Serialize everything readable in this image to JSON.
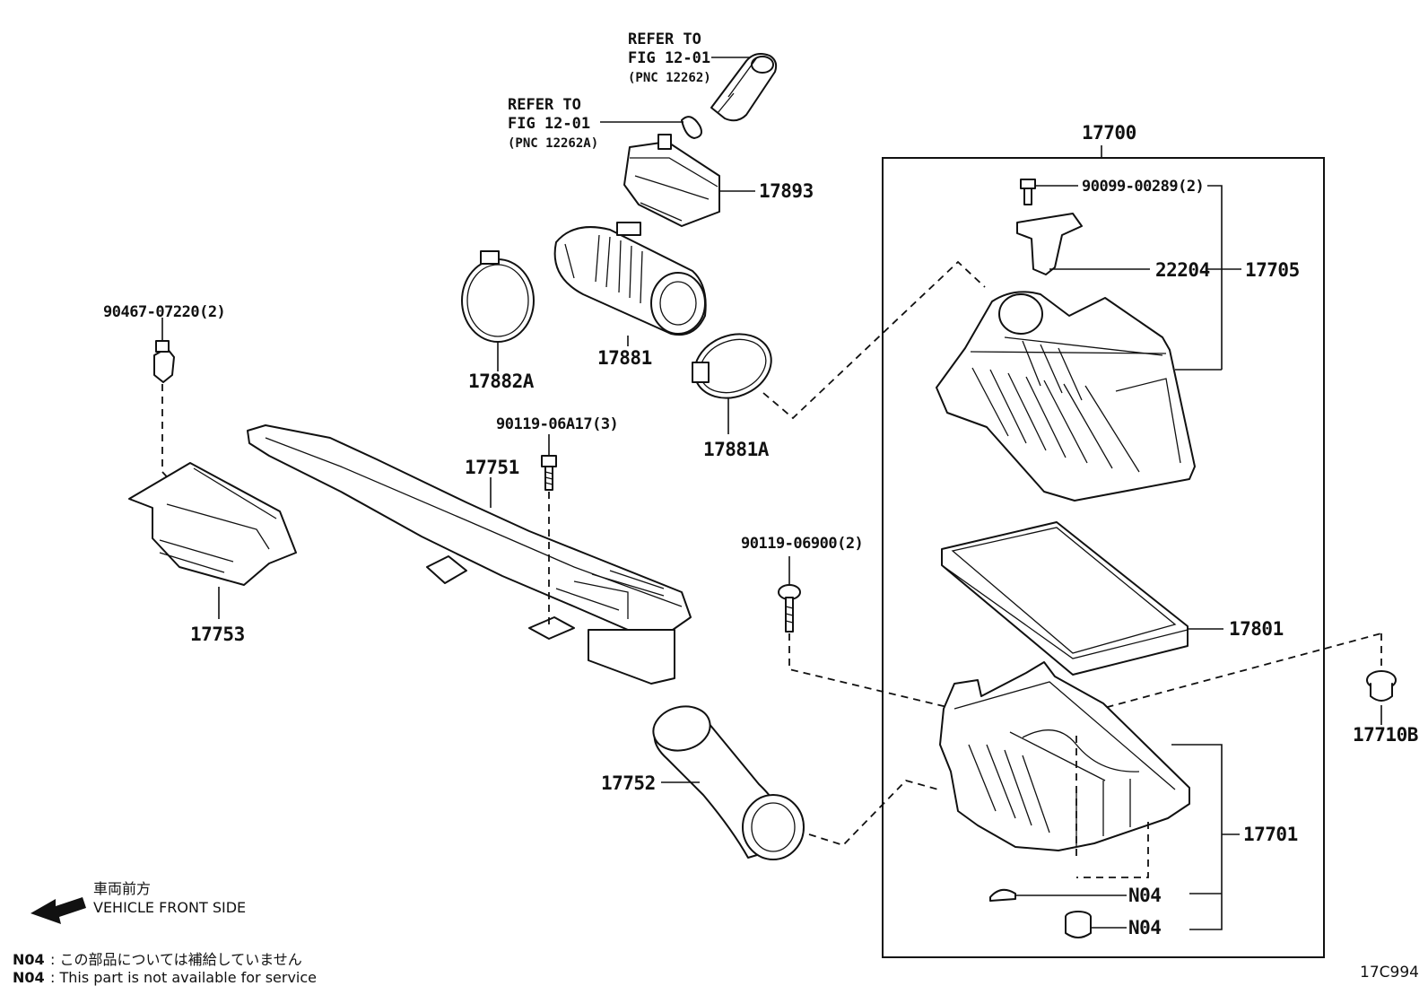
{
  "references": [
    {
      "lines": [
        "REFER TO",
        "FIG 12-01",
        "(PNC 12262)"
      ]
    },
    {
      "lines": [
        "REFER TO",
        "FIG 12-01",
        "(PNC 12262A)"
      ]
    }
  ],
  "part_numbers": {
    "p17893": "17893",
    "p17881": "17881",
    "p17882A": "17882A",
    "p17881A": "17881A",
    "p90467": "90467-07220(2)",
    "p90119a": "90119-06A17(3)",
    "p17751": "17751",
    "p17753": "17753",
    "p17752": "17752",
    "p17700": "17700",
    "p90099": "90099-00289(2)",
    "p22204": "22204",
    "p17705": "17705",
    "p90119b": "90119-06900(2)",
    "p17801": "17801",
    "p17701": "17701",
    "p17710B": "17710B",
    "n04a": "N04",
    "n04b": "N04"
  },
  "direction": {
    "jp": "車両前方",
    "en": "VEHICLE FRONT SIDE"
  },
  "notes": [
    {
      "code": "N04",
      "text": ": この部品については補給していません"
    },
    {
      "code": "N04",
      "text": ": This part is not available for service"
    }
  ],
  "figure_code": "17C994"
}
